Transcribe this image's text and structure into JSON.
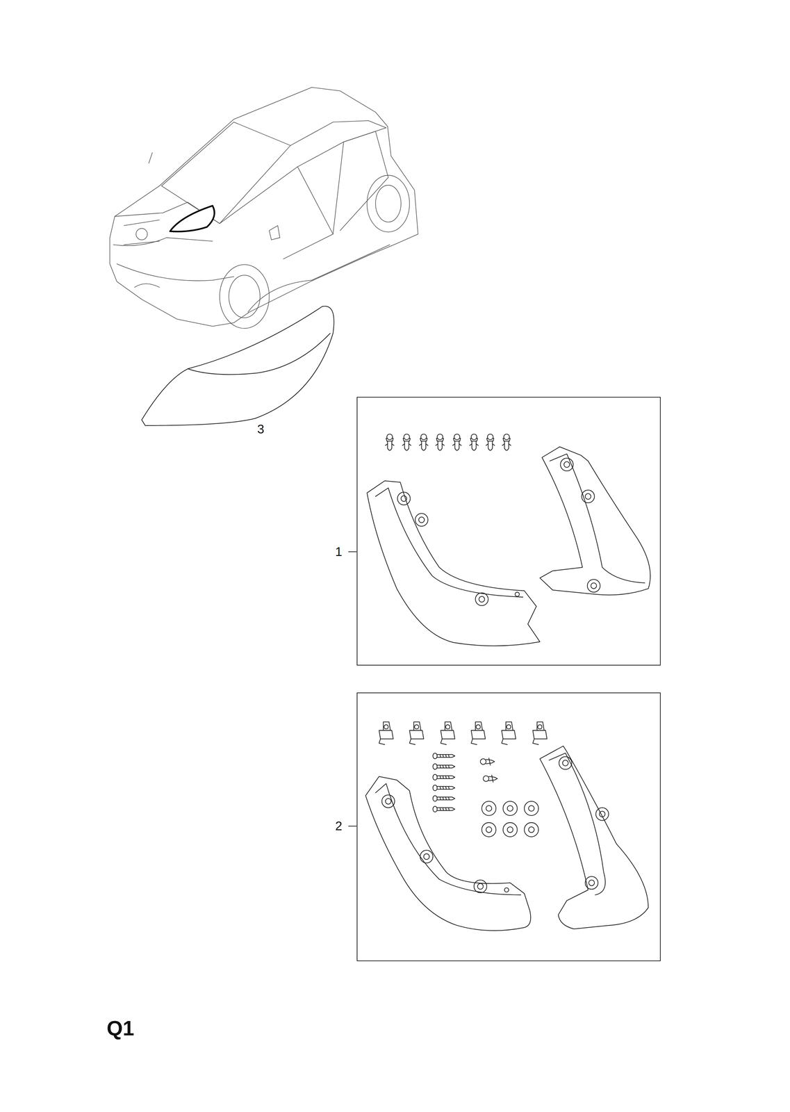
{
  "diagram": {
    "labels": [
      "3",
      "1",
      "2",
      "Q1"
    ]
  }
}
